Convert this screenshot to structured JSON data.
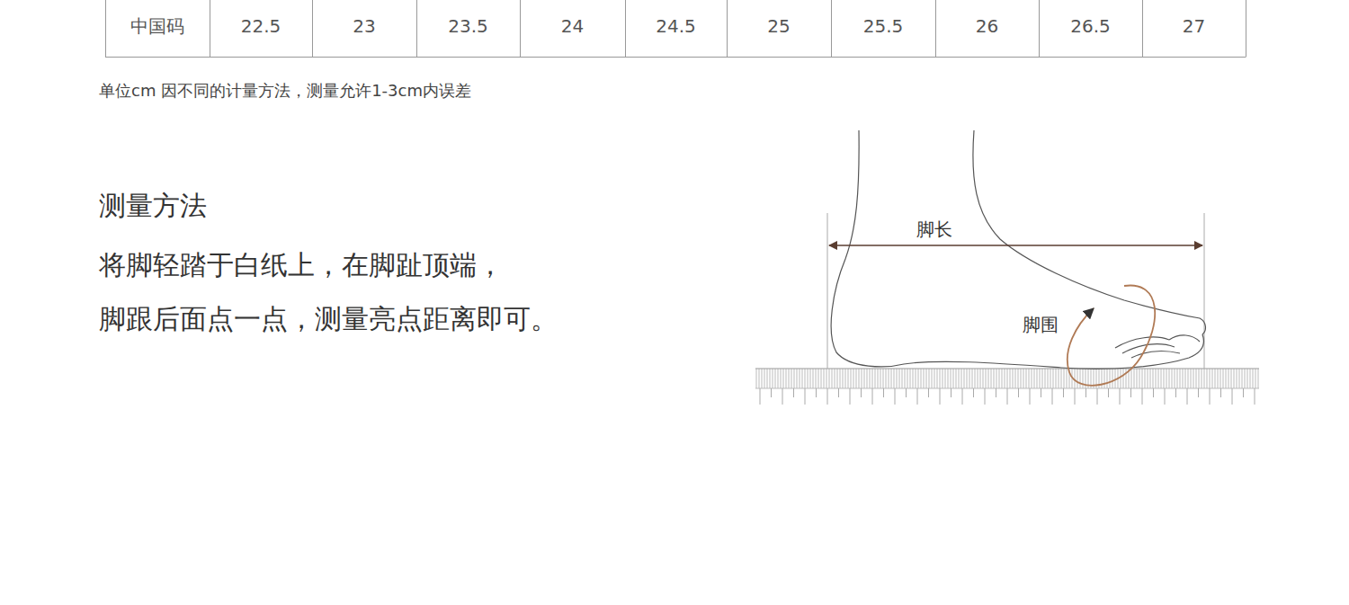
{
  "diagram": {
    "labels": [
      "中国码",
      "22.5",
      "23",
      "23.5",
      "24",
      "24.5",
      "25",
      "25.5",
      "26",
      "26.5",
      "27",
      "单位cm 因不同的计量方法，测量允许1-3cm内误差",
      "测量方法",
      "将脚轻踏于白纸上，在脚趾顶端，",
      "脚跟后面点一点，测量亮点距离即可。",
      "脚长",
      "脚围"
    ]
  }
}
